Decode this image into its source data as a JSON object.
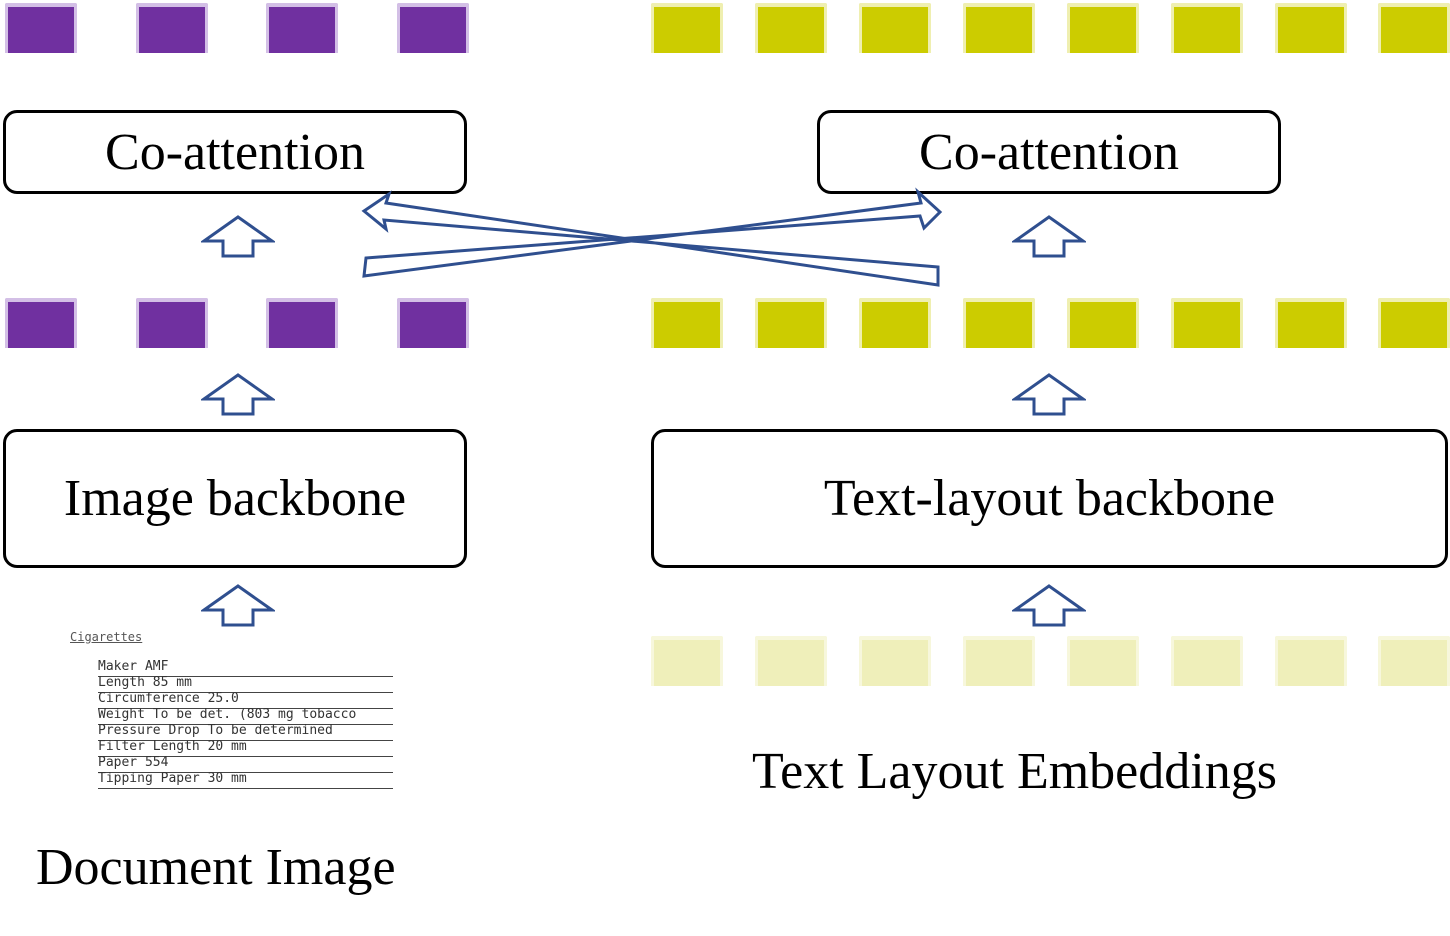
{
  "left_coattention": {
    "label": "Co-attention"
  },
  "right_coattention": {
    "label": "Co-attention"
  },
  "image_backbone": {
    "label": "Image backbone"
  },
  "text_backbone": {
    "label": "Text-layout backbone"
  },
  "captions": {
    "document_image": "Document Image",
    "text_layout_embeddings": "Text Layout Embeddings"
  },
  "document": {
    "title": "Cigarettes",
    "rows": [
      "Maker      AMF",
      "Length     85 mm",
      "Circumference  25.0",
      "Weight  To be det.  (803 mg tobacco",
      "Pressure Drop  To be determined",
      "Filter Length  20 mm",
      "Paper          554",
      "Tipping Paper  30 mm"
    ]
  },
  "colors": {
    "image_token": "#7030a0",
    "text_token": "#cccc00",
    "input_token": "#efefba",
    "arrow_stroke": "#2f4f8f"
  }
}
